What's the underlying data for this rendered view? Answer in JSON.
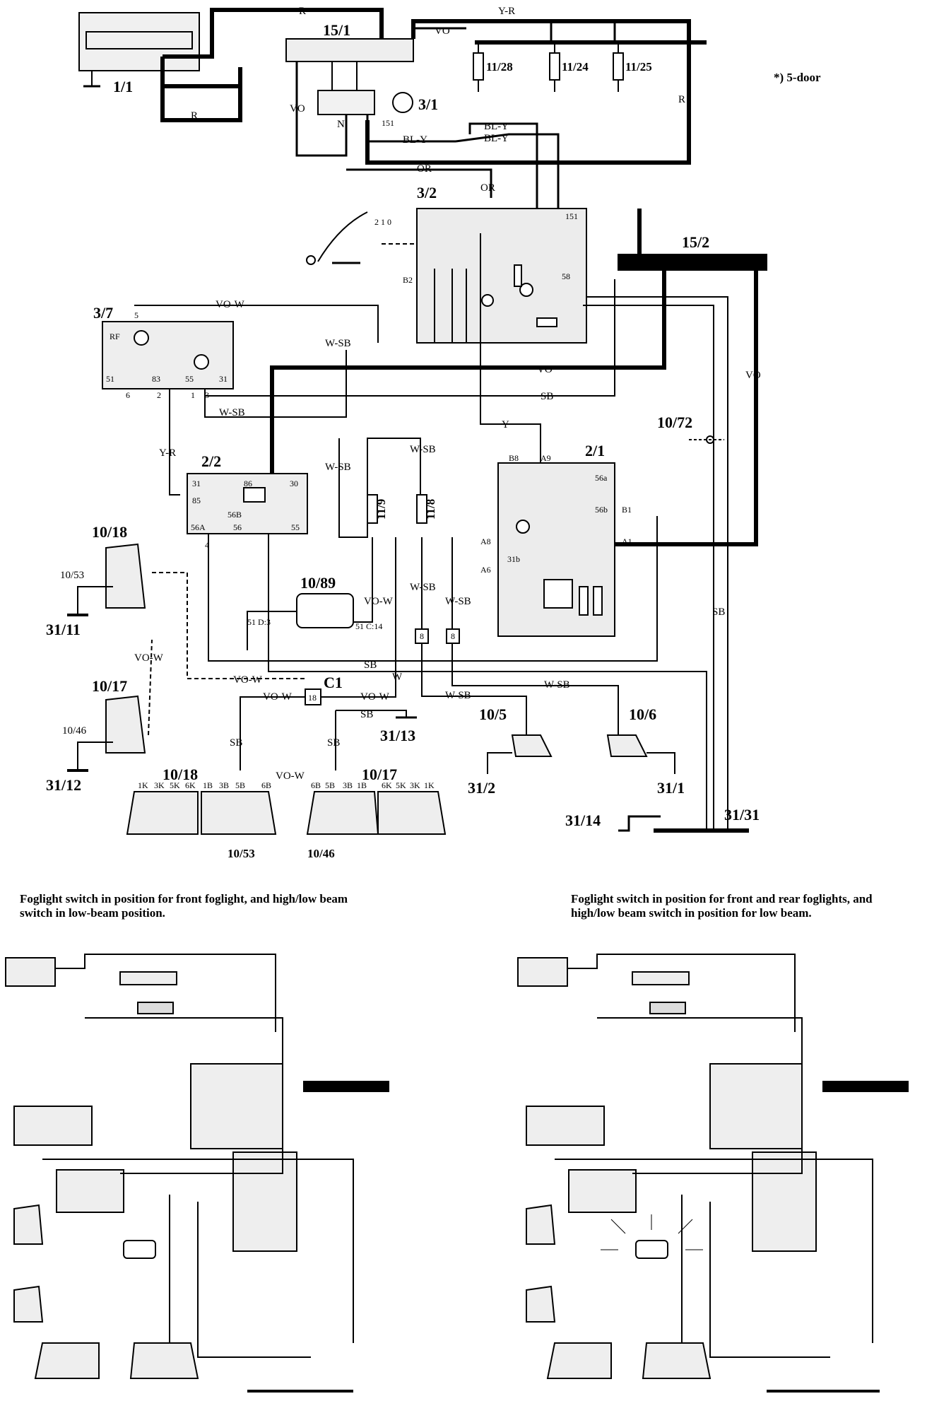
{
  "note": "*) 5-door",
  "captions": {
    "left": "Foglight switch in position for front foglight, and high/low beam switch in low-beam position.",
    "right": "Foglight switch in position for front and rear foglights, and high/low beam switch in position for low beam."
  },
  "components": {
    "c1_1": "1/1",
    "c15_1": "15/1",
    "c3_1": "3/1",
    "c3_2": "3/2",
    "c15_2": "15/2",
    "c3_7": "3/7",
    "c2_2": "2/2",
    "c2_1": "2/1",
    "c10_72": "10/72",
    "c10_18a": "10/18",
    "c10_17a": "10/17",
    "c10_89": "10/89",
    "cC1": "C1",
    "c31_11": "31/11",
    "c31_12": "31/12",
    "c31_13": "31/13",
    "c10_5": "10/5",
    "c10_6": "10/6",
    "c31_2": "31/2",
    "c31_1": "31/1",
    "c31_14": "31/14",
    "c31_31": "31/31",
    "c10_18b": "10/18",
    "c10_17b": "10/17",
    "c10_53": "10/53",
    "c10_46": "10/46",
    "c10_53s": "10/53",
    "c10_46s": "10/46",
    "f11_28": "11/28",
    "f11_24": "11/24",
    "f11_25": "11/25",
    "f11_9": "11/9",
    "f11_8": "11/8"
  },
  "wires": {
    "R": "R",
    "YR": "Y-R",
    "VO": "VO",
    "BLY": "BL-Y",
    "OR": "OR",
    "VOW": "VO-W",
    "WSB": "W-SB",
    "SB": "SB",
    "Y": "Y",
    "W": "W",
    "N": "N"
  },
  "pins": {
    "p151": "151",
    "p5": "5",
    "pRF": "RF",
    "p51": "51",
    "p83": "83",
    "p55": "55",
    "p31": "31",
    "p6": "6",
    "p2": "2",
    "p1": "1",
    "p3": "3",
    "p86": "86",
    "p30": "30",
    "p85": "85",
    "p56B": "56B",
    "p56A": "56A",
    "p56": "56",
    "p4": "4",
    "pB8": "B8",
    "pA9": "A9",
    "p56a": "56a",
    "p56b": "56b",
    "pB1": "B1",
    "pA1": "A1",
    "pA8": "A8",
    "pA6": "A6",
    "p31b": "31b",
    "pB2": "B2",
    "p58": "58",
    "p8": "8",
    "p18": "18",
    "p51D3": "51 D:3",
    "p51C14": "51 C:14",
    "p1K": "1K",
    "p3K": "3K",
    "p5K": "5K",
    "p6K": "6K",
    "p1B": "1B",
    "p3B": "3B",
    "p5B": "5B",
    "p6B": "6B",
    "p210": "2 1 0"
  }
}
